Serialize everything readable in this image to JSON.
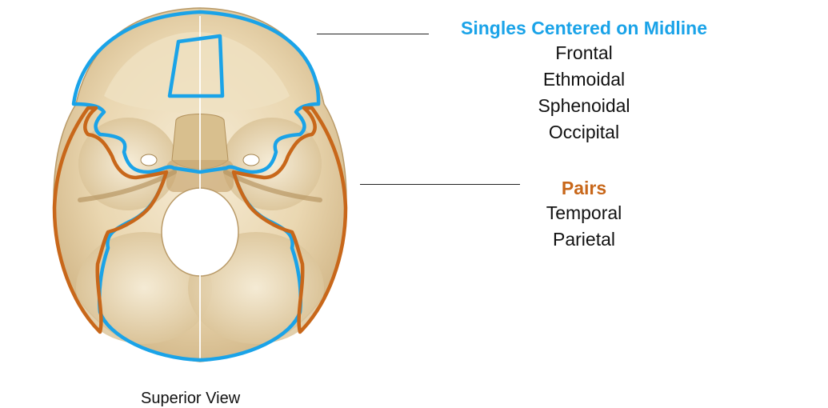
{
  "colors": {
    "singles": "#1aa3e8",
    "pairs": "#c8671a",
    "bone_light": "#f2e6cc",
    "bone_mid": "#e3cea3",
    "bone_dark": "#bf9f6c"
  },
  "legend": {
    "singles": {
      "heading": "Singles Centered on Midline",
      "items": [
        "Frontal",
        "Ethmoidal",
        "Sphenoidal",
        "Occipital"
      ]
    },
    "pairs": {
      "heading": "Pairs",
      "items": [
        "Temporal",
        "Parietal"
      ]
    }
  },
  "caption": "Superior View"
}
